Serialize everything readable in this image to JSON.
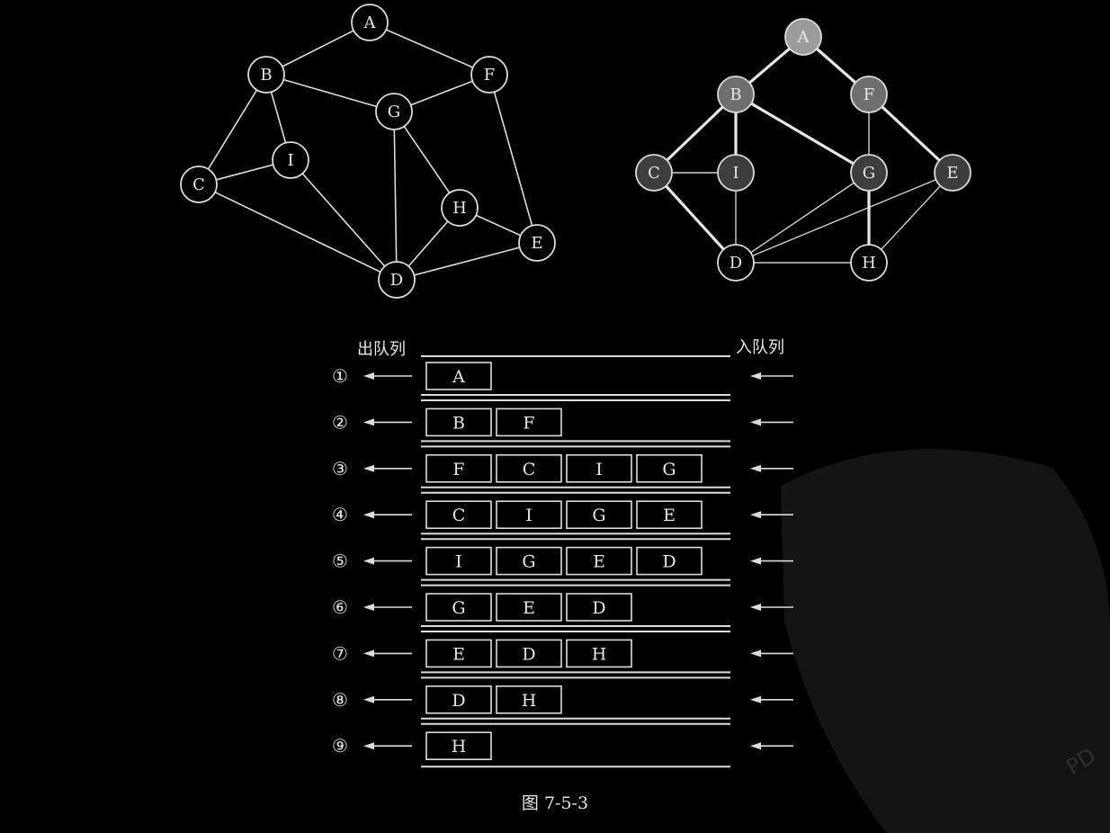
{
  "figure": {
    "caption": "图 7-5-3"
  },
  "graph_left": {
    "nodes": [
      "A",
      "B",
      "F",
      "G",
      "I",
      "C",
      "H",
      "E",
      "D"
    ],
    "edges": [
      [
        "A",
        "B"
      ],
      [
        "A",
        "F"
      ],
      [
        "B",
        "G"
      ],
      [
        "B",
        "I"
      ],
      [
        "B",
        "C"
      ],
      [
        "F",
        "G"
      ],
      [
        "F",
        "E"
      ],
      [
        "G",
        "D"
      ],
      [
        "G",
        "H"
      ],
      [
        "C",
        "I"
      ],
      [
        "C",
        "D"
      ],
      [
        "I",
        "D"
      ],
      [
        "H",
        "D"
      ],
      [
        "H",
        "E"
      ],
      [
        "D",
        "E"
      ]
    ]
  },
  "graph_right": {
    "nodes": [
      {
        "id": "A",
        "fill": "#9b9b9b"
      },
      {
        "id": "B",
        "fill": "#6e6e6e"
      },
      {
        "id": "F",
        "fill": "#6e6e6e"
      },
      {
        "id": "C",
        "fill": "#3d3d3d"
      },
      {
        "id": "I",
        "fill": "#3d3d3d"
      },
      {
        "id": "G",
        "fill": "#3d3d3d"
      },
      {
        "id": "E",
        "fill": "#3d3d3d"
      },
      {
        "id": "D",
        "fill": "#000000"
      },
      {
        "id": "H",
        "fill": "#000000"
      }
    ],
    "tree_edges": [
      [
        "A",
        "B"
      ],
      [
        "A",
        "F"
      ],
      [
        "B",
        "C"
      ],
      [
        "B",
        "I"
      ],
      [
        "B",
        "G"
      ],
      [
        "F",
        "E"
      ],
      [
        "C",
        "D"
      ],
      [
        "G",
        "H"
      ]
    ],
    "other_edges": [
      [
        "F",
        "G"
      ],
      [
        "C",
        "I"
      ],
      [
        "I",
        "D"
      ],
      [
        "G",
        "D"
      ],
      [
        "E",
        "D"
      ],
      [
        "E",
        "H"
      ],
      [
        "D",
        "H"
      ]
    ]
  },
  "queue": {
    "out_label": "出队列",
    "in_label": "入队列",
    "steps": [
      {
        "marker": "①",
        "items": [
          "A"
        ]
      },
      {
        "marker": "②",
        "items": [
          "B",
          "F"
        ]
      },
      {
        "marker": "③",
        "items": [
          "F",
          "C",
          "I",
          "G"
        ]
      },
      {
        "marker": "④",
        "items": [
          "C",
          "I",
          "G",
          "E"
        ]
      },
      {
        "marker": "⑤",
        "items": [
          "I",
          "G",
          "E",
          "D"
        ]
      },
      {
        "marker": "⑥",
        "items": [
          "G",
          "E",
          "D"
        ]
      },
      {
        "marker": "⑦",
        "items": [
          "E",
          "D",
          "H"
        ]
      },
      {
        "marker": "⑧",
        "items": [
          "D",
          "H"
        ]
      },
      {
        "marker": "⑨",
        "items": [
          "H"
        ]
      }
    ]
  },
  "watermark": {
    "text": "PD",
    "color": "#2e2e2e"
  }
}
